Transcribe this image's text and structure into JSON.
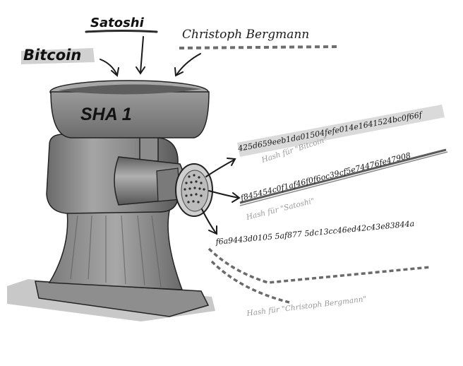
{
  "inputs": {
    "bitcoin": "Bitcoin",
    "satoshi": "Satoshi",
    "christoph": "Christoph Bergmann"
  },
  "machine": {
    "label": "SHA 1"
  },
  "outputs": [
    {
      "hash": "425d659eeb1da01504fefe014e1641524bc0f66f",
      "caption": "Hash für \"Bitcoin\""
    },
    {
      "hash": "f845454c0f1af46f0f6oc39cf5e74476fe47908",
      "caption": "Hash für \"Satoshi\""
    },
    {
      "hash": "f6a9443d0105 5af877 5dc13cc46ed42c43e83844a",
      "caption": "Hash für \"Christoph Bergmann\""
    }
  ],
  "colors": {
    "bitcoin_highlight": "#c9c9c9",
    "satoshi_underline": "#2b2b2b",
    "christoph_underline": "#6e6e6e",
    "hash1_highlight": "#d4d4d4",
    "hash2_underline": "#5a5a5a",
    "hash3_underline": "#6a6a6a",
    "machine_body": "#8f8f8f",
    "machine_dark": "#4a4a4a",
    "machine_light": "#b8b8b8"
  }
}
